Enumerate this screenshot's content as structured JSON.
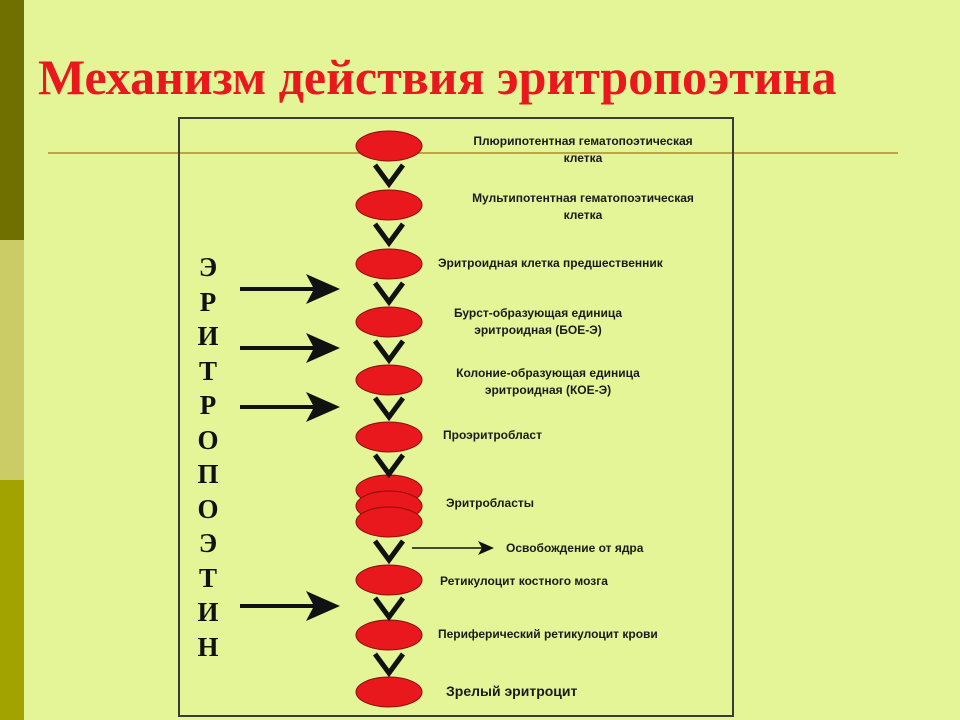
{
  "slide": {
    "title": "Механизм действия эритропоэтина",
    "vertical_word": [
      "Э",
      "Р",
      "И",
      "Т",
      "Р",
      "О",
      "П",
      "О",
      "Э",
      "Т",
      "И",
      "Н"
    ],
    "colors": {
      "title": "#e8181c",
      "cell": "#e8181c",
      "background": "#e4f597"
    }
  },
  "stages": [
    {
      "label_line1": "Плюрипотентная гематопоэтическая",
      "label_line2": "клетка"
    },
    {
      "label_line1": "Мультипотентная гематопоэтическая",
      "label_line2": "клетка"
    },
    {
      "label_line1": "Эритроидная клетка предшественник",
      "label_line2": ""
    },
    {
      "label_line1": "Бурст-образующая единица",
      "label_line2": "эритроидная (БОЕ-Э)"
    },
    {
      "label_line1": "Колоние-образующая единица",
      "label_line2": "эритроидная (КОЕ-Э)"
    },
    {
      "label_line1": "Проэритробласт",
      "label_line2": ""
    },
    {
      "label_line1": "Эритробласты",
      "label_line2": ""
    },
    {
      "label_line1": "Ретикулоцит костного мозга",
      "label_line2": ""
    },
    {
      "label_line1": "Периферический ретикулоцит крови",
      "label_line2": ""
    },
    {
      "label_line1": "Зрелый эритроцит",
      "label_line2": ""
    }
  ],
  "nucleus_release": {
    "label": "Освобождение от ядра"
  }
}
